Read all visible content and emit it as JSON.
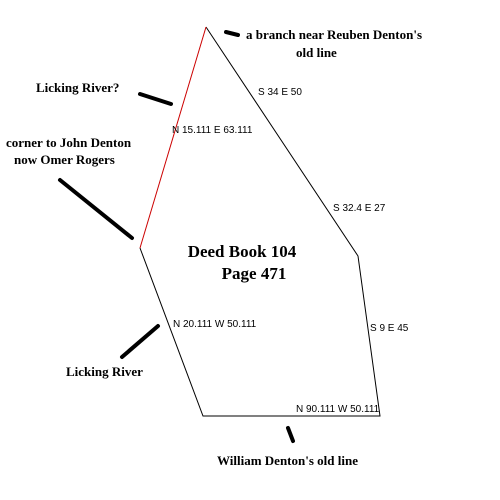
{
  "title": {
    "line1": "Deed Book 104",
    "line2": "Page 471"
  },
  "bearings": {
    "s34": "S 34 E 50",
    "s32": "S 32.4 E 27",
    "s9": "S 9 E 45",
    "n90": "N 90.111 W 50.111",
    "n20": "N 20.111 W 50.111",
    "n15": "N 15.111 E 63.111"
  },
  "annotations": {
    "branch_line1": "a branch near Reuben Denton's",
    "branch_line2": "old line",
    "licking_q": "Licking River?",
    "corner_line1": "corner to John  Denton",
    "corner_line2": "now Omer Rogers",
    "licking": "Licking River",
    "william": "William Denton's old line"
  },
  "colors": {
    "outline": "#000000",
    "river_edge": "#cc0000"
  }
}
